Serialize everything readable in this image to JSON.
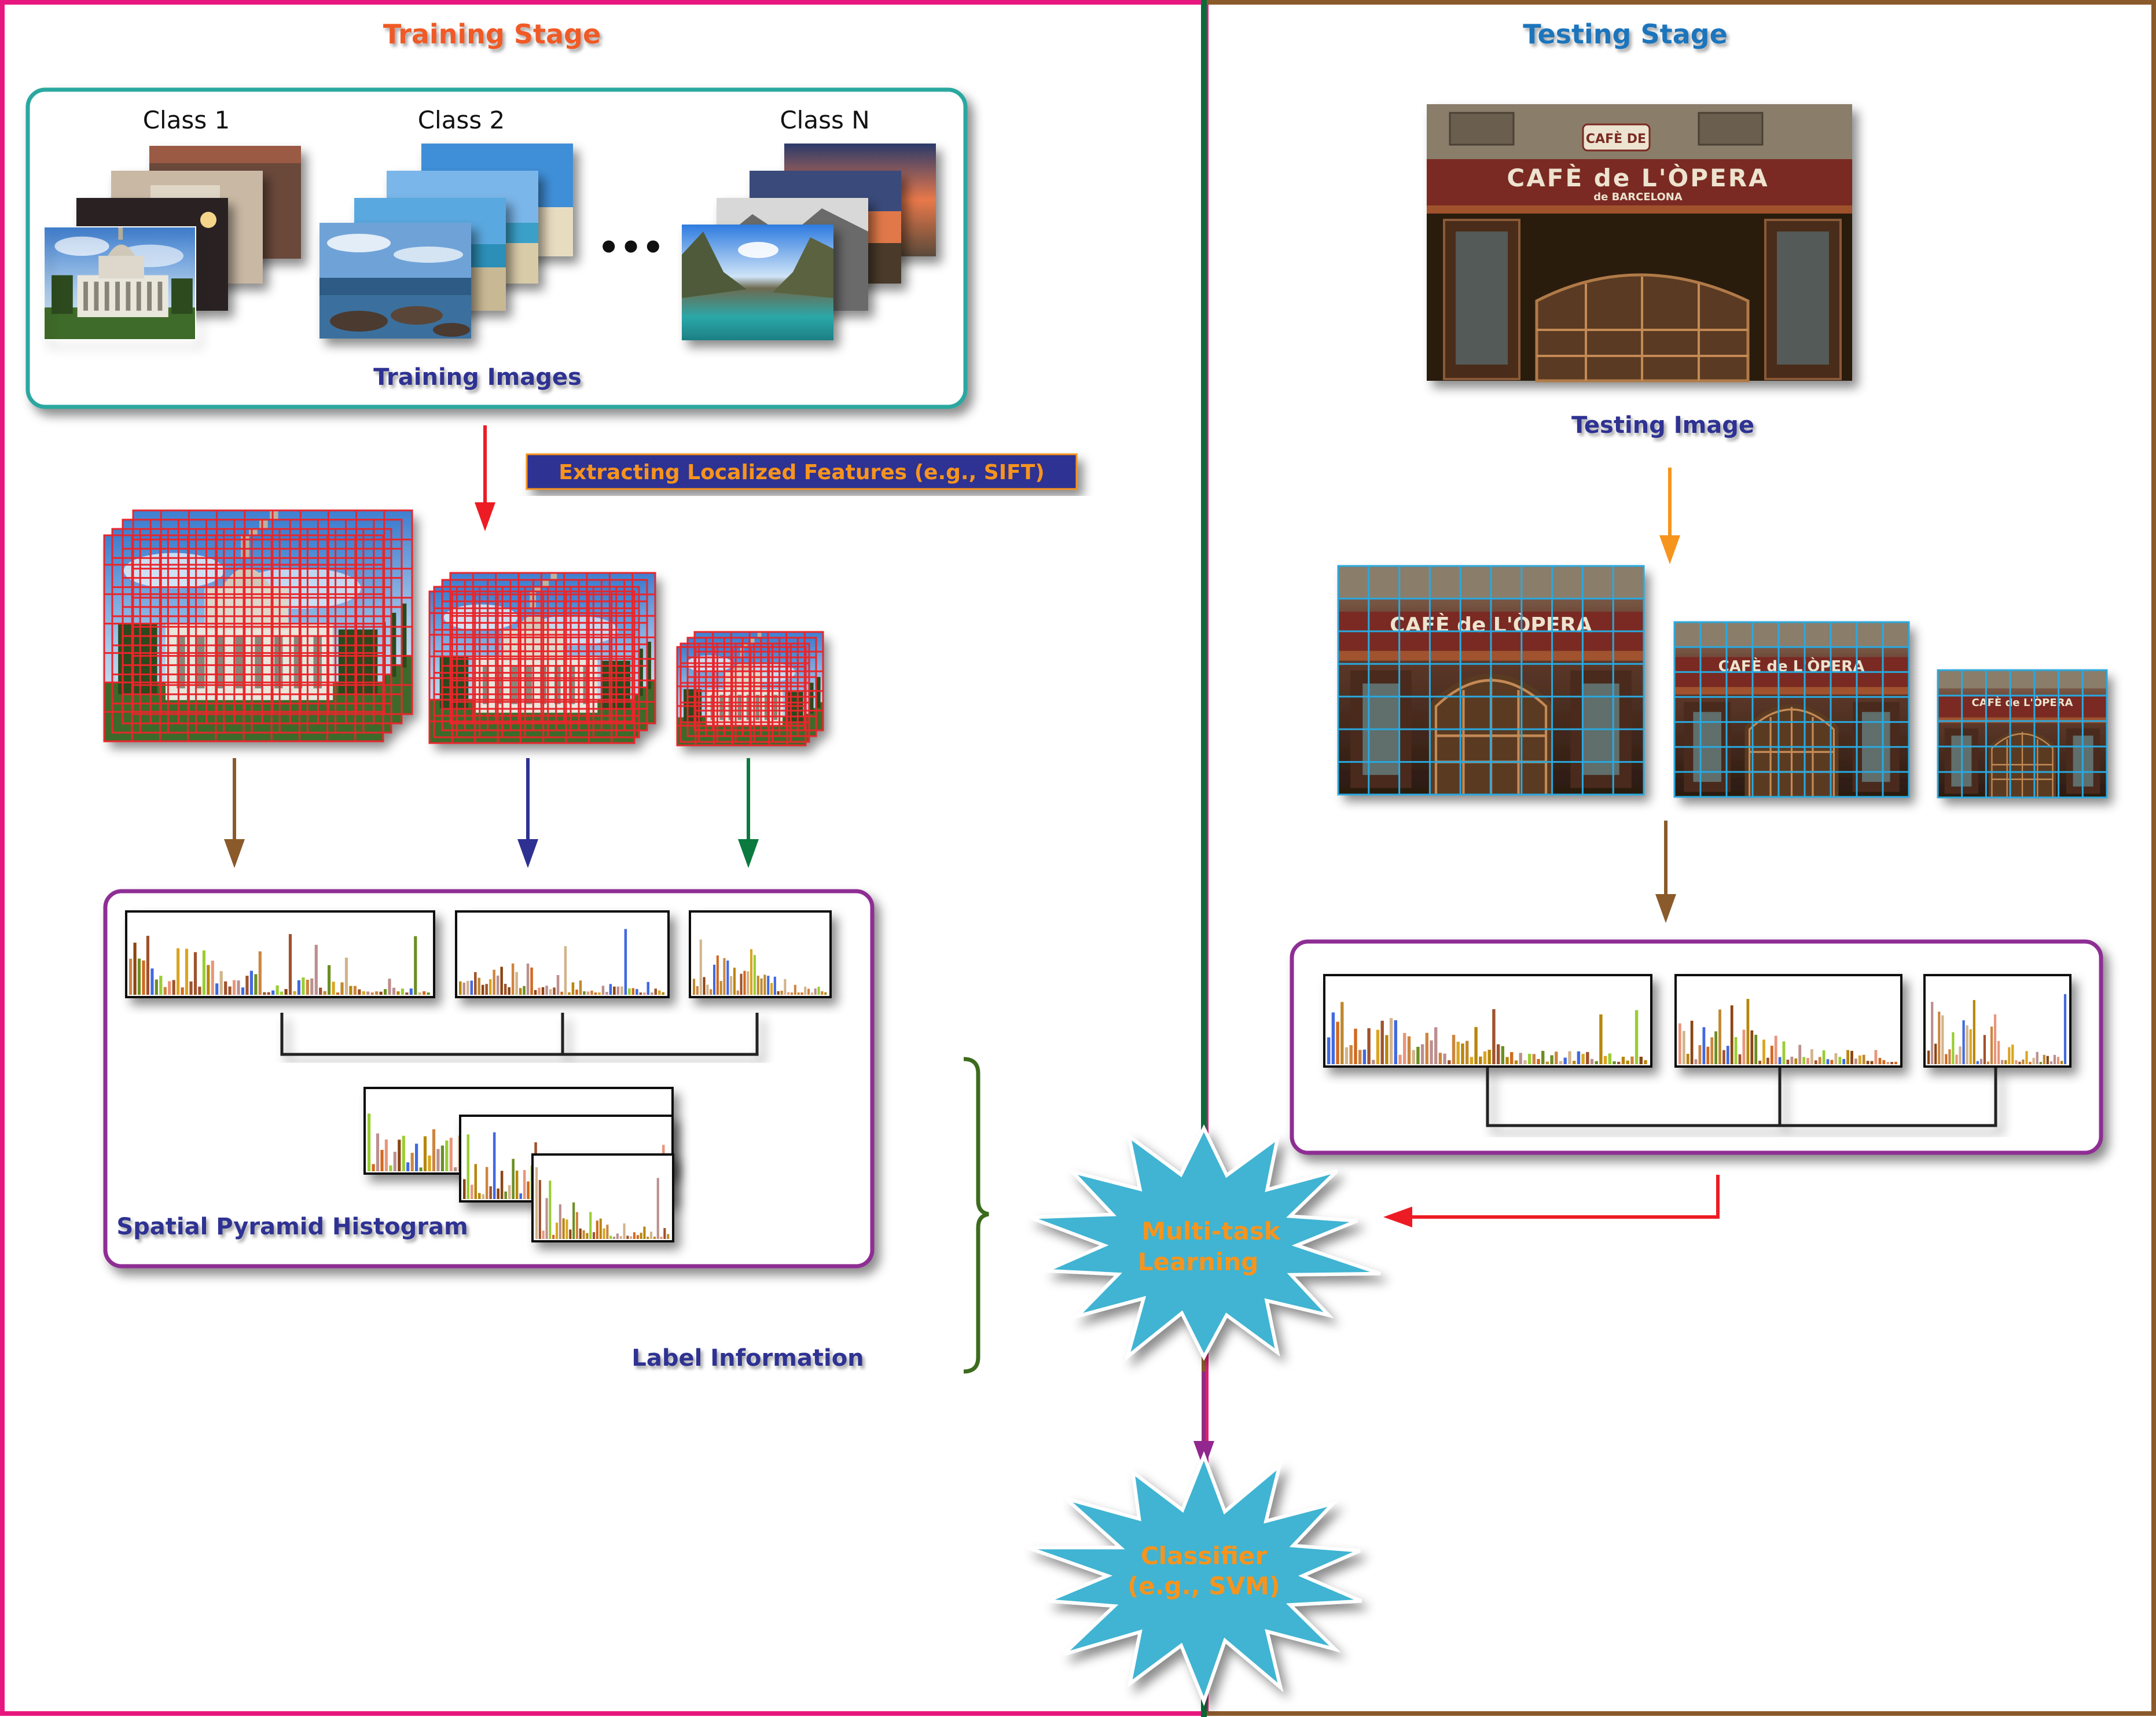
{
  "training": {
    "title": "Training Stage",
    "classes": [
      "Class 1",
      "Class 2",
      "Class N"
    ],
    "ellipsis": "•••",
    "images_caption": "Training Images",
    "feature_step": "Extracting Localized Features (e.g., SIFT)",
    "histogram_caption": "Spatial Pyramid Histogram",
    "label_info": "Label Information"
  },
  "testing": {
    "title": "Testing Stage",
    "image_caption": "Testing Image",
    "cafe_sign": "CAFÈ de L'ÒPERA",
    "cafe_sub": "de BARCELONA",
    "cafe_top": "CAFÈ DE"
  },
  "learning": {
    "line1": "Multi-task",
    "line2": "Learning"
  },
  "classifier": {
    "line1": "Classifier",
    "line2": "(e.g., SVM)"
  },
  "colors": {
    "training_border": "#e8177f",
    "testing_border": "#8b5a2b",
    "divider": "#0b6b3a",
    "teal_frame": "#2ba8a0",
    "purple_frame": "#8e2d94",
    "title_orange": "#f05a28",
    "title_blue": "#1b75bc",
    "navy_text": "#2e3192",
    "star_fill": "#3fb4d2",
    "star_text": "#f7941d",
    "red_arrow": "#ed1c24",
    "orange_arrow": "#f7941d",
    "brown_arrow": "#8b5a2b",
    "blue_arrow": "#2e3192",
    "green_arrow": "#0b7a3e",
    "violet_arrow": "#92278f",
    "red_grid": "#e8262b",
    "blue_grid": "#29a9e0"
  }
}
